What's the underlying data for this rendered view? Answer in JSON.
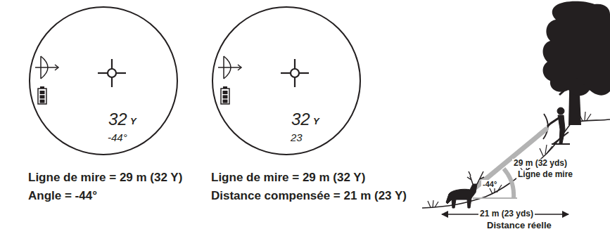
{
  "diagram": {
    "nodes": [
      {
        "text": [
          "32",
          "Y",
          "-44°"
        ]
      },
      {
        "text": [
          "32",
          "Y",
          "23"
        ]
      }
    ],
    "labels": [
      "Ligne de mire = 29 m (32 Y)",
      "Angle = -44°",
      "Ligne de mire = 29 m (32 Y)",
      "Distance compensée = 21 m (23 Y)",
      "29 m (32 yds)",
      "Ligne de mire",
      "-44°",
      "21 m (23 yds)",
      "Distance réelle"
    ]
  }
}
